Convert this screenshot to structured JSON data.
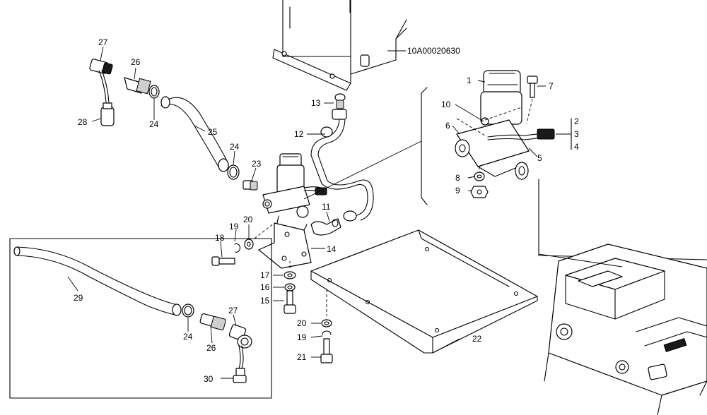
{
  "reference_code": "10A00020630",
  "callouts": {
    "c1": "1",
    "c2": "2",
    "c3": "3",
    "c4": "4",
    "c5": "5",
    "c6": "6",
    "c7": "7",
    "c8": "8",
    "c9": "9",
    "c10": "10",
    "c11": "11",
    "c12": "12",
    "c13": "13",
    "c14": "14",
    "c15": "15",
    "c16": "16",
    "c17": "17",
    "c18": "18",
    "c19": "19",
    "c20": "20",
    "c20b": "20",
    "c19b": "19",
    "c21": "21",
    "c22": "22",
    "c23": "23",
    "c24": "24",
    "c24b": "24",
    "c24c": "24",
    "c25": "25",
    "c26": "26",
    "c26b": "26",
    "c27": "27",
    "c27b": "27",
    "c28": "28",
    "c29": "29",
    "c30": "30"
  }
}
